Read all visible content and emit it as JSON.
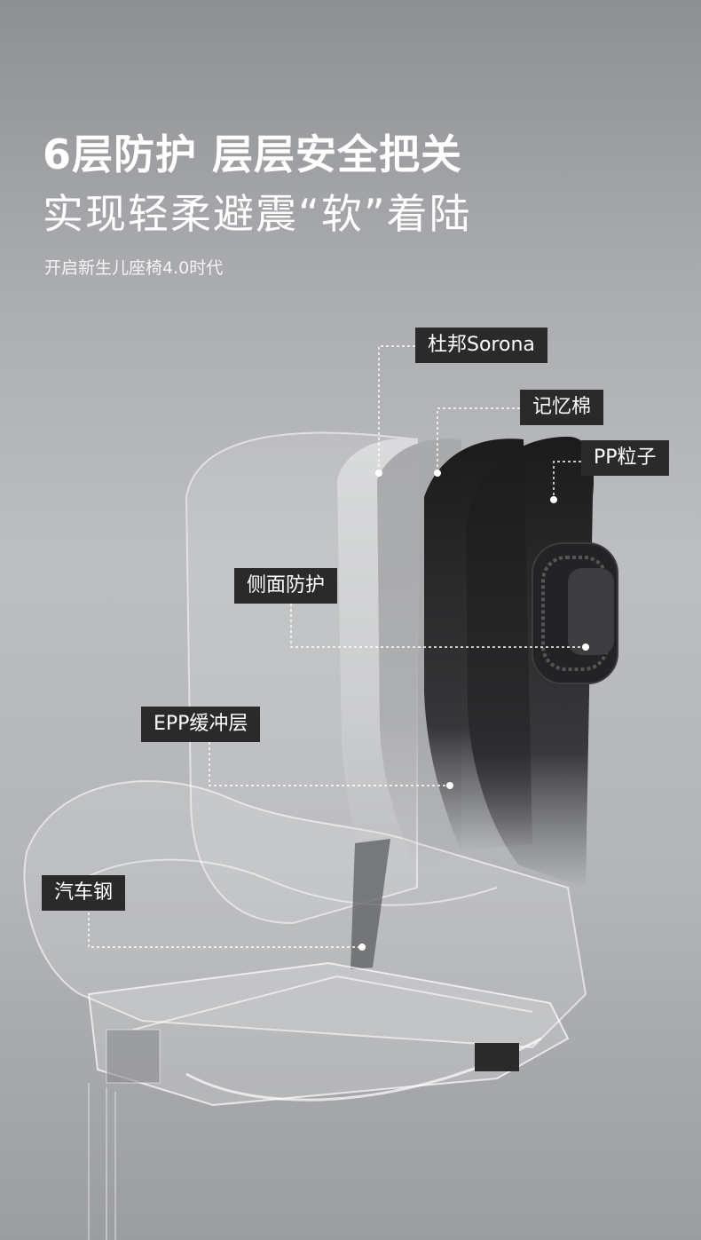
{
  "headline": {
    "line1": "6层防护 层层安全把关",
    "line2": "实现轻柔避震“软”着陆",
    "subtitle": "开启新生儿座椅4.0时代"
  },
  "callouts": {
    "sorona": "杜邦Sorona",
    "memory_foam": "记忆棉",
    "pp_particles": "PP粒子",
    "side_protection": "侧面防护",
    "epp_buffer": "EPP缓冲层",
    "automotive_steel": "汽车钢"
  },
  "colors": {
    "label_bg": "#2a2a2b",
    "text": "#ffffff",
    "background": "#b3b5b8"
  }
}
